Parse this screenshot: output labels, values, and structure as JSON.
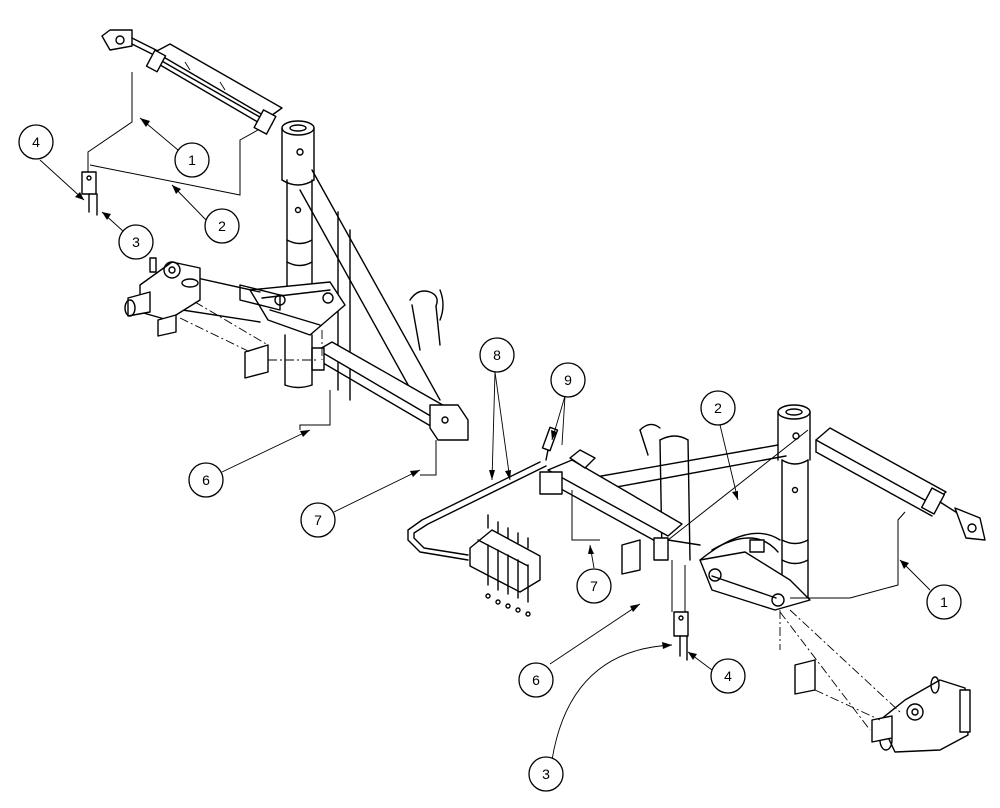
{
  "diagram": {
    "callouts": [
      {
        "id": "c1a",
        "label": "1"
      },
      {
        "id": "c2a",
        "label": "2"
      },
      {
        "id": "c3a",
        "label": "3"
      },
      {
        "id": "c4a",
        "label": "4"
      },
      {
        "id": "c6a",
        "label": "6"
      },
      {
        "id": "c7a",
        "label": "7"
      },
      {
        "id": "c8",
        "label": "8"
      },
      {
        "id": "c9",
        "label": "9"
      },
      {
        "id": "c2b",
        "label": "2"
      },
      {
        "id": "c7b",
        "label": "7"
      },
      {
        "id": "c1b",
        "label": "1"
      },
      {
        "id": "c6b",
        "label": "6"
      },
      {
        "id": "c4b",
        "label": "4"
      },
      {
        "id": "c3b",
        "label": "3"
      }
    ]
  }
}
